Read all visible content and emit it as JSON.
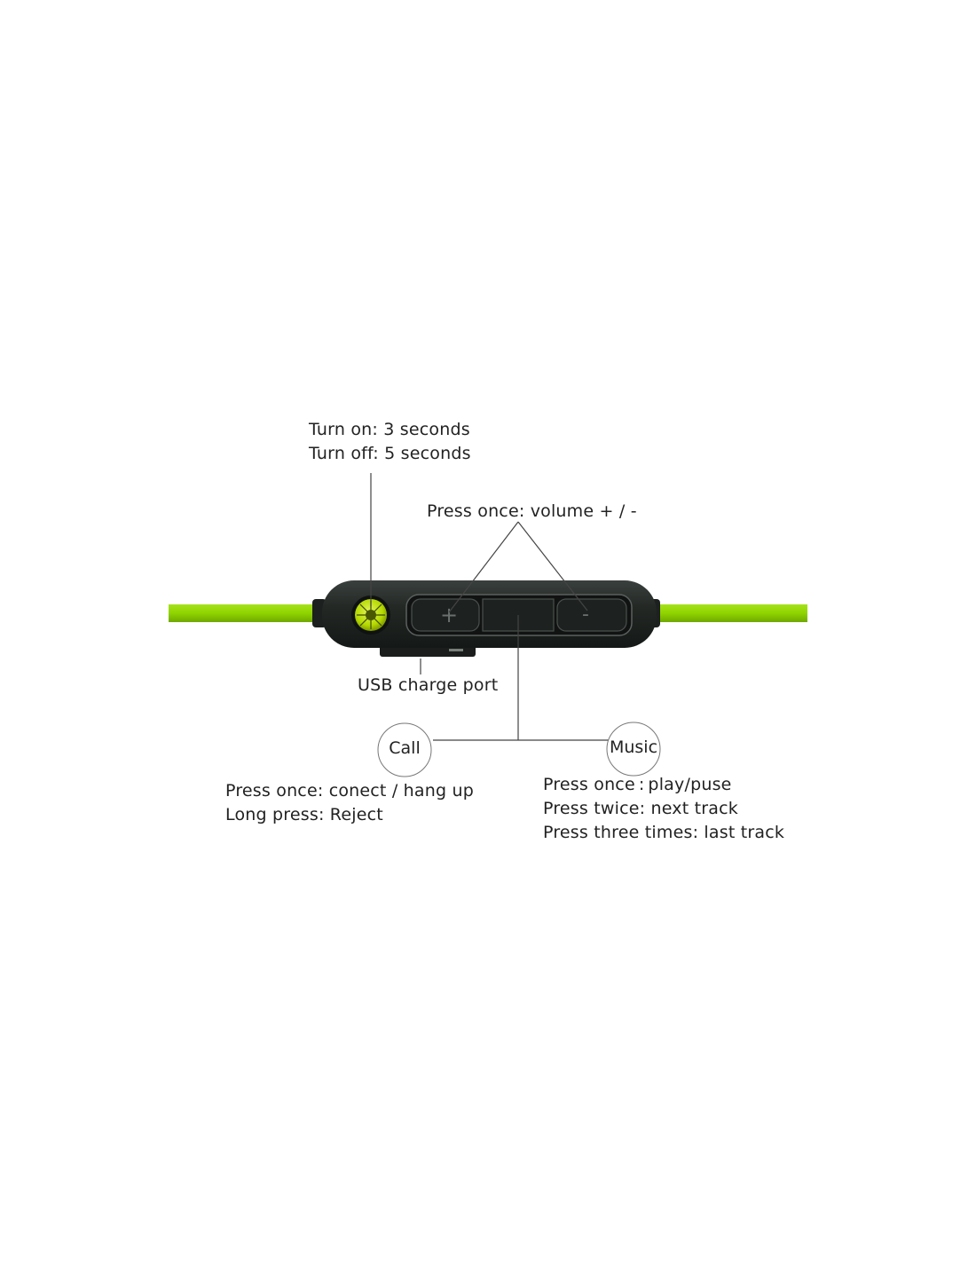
{
  "power": {
    "line1": "Turn on: 3 seconds",
    "line2": "Turn off: 5 seconds"
  },
  "volume": {
    "label": "Press once: volume + / -"
  },
  "usb": {
    "label": "USB charge port"
  },
  "call": {
    "title": "Call",
    "line1": "Press once: conect / hang up",
    "line2": "Long press: Reject"
  },
  "music": {
    "title": "Music",
    "line1": "Press once : play/puse",
    "line2": "Press twice: next track",
    "line3": "Press three times: last track"
  },
  "colors": {
    "cable": "#8fd400",
    "body": "#1e2320",
    "accent": "#b8e000"
  },
  "icons": {
    "plus": "+",
    "minus": "-"
  }
}
